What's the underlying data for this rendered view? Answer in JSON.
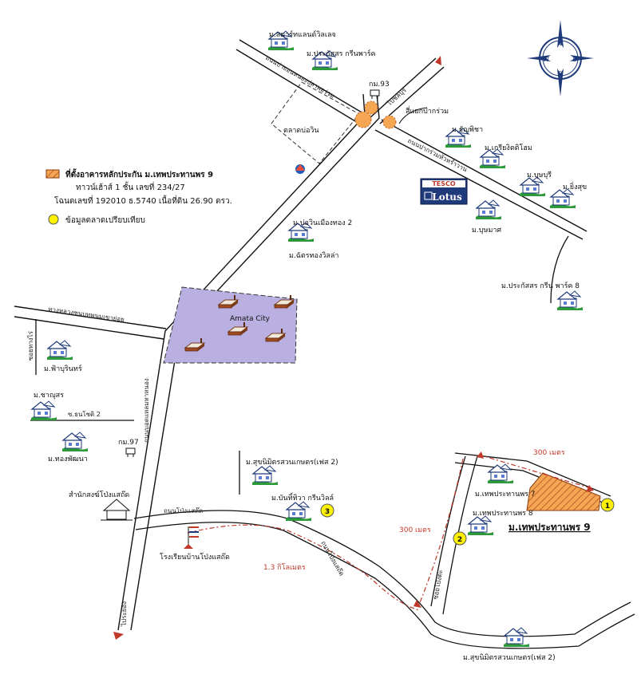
{
  "legend": {
    "line1": "ที่ตั้งอาคารหลักประกัน ม.เทพประทานพร 9",
    "line2": "ทาวน์เฮ้าส์ 1 ชั้น เลขที่ 234/27",
    "line3": "โฉนดเลขที่ 192010 ธ.5740 เนื้อที่ดิน 26.90 ตรว.",
    "line4": "ข้อมูลตลาดเปรียบเทียบ"
  },
  "compass": {
    "n": "N",
    "s": "S",
    "e": "E",
    "w": "W"
  },
  "store": {
    "brand_top": "TESCO",
    "brand_bottom": "Lotus"
  },
  "target": {
    "title": "ม.เทพประทานพร 9"
  },
  "markers": {
    "m1": "1",
    "m2": "2",
    "m3": "3"
  },
  "distances": {
    "d1": "300 เมตร",
    "d2": "300 เมตร",
    "d3": "1.3 กิโลเมตร"
  },
  "places": {
    "smart_land": "ม.สมาร์ทแลนด์วิลเลจ",
    "prakassorn_green": "ม.ประกัสสร กรีนพาร์ค",
    "km93": "กม.93",
    "bo_win_market": "ตลาดบ่อวิน",
    "intersection": "สี่แยกปากร่วม",
    "thanyapirom": "ม.ธัญพิชา",
    "keerati": "ม.เกรียงิตติโฮม",
    "bussaba": "ม.บุษบุรี",
    "yingsuk": "ม.ยิ่งสุข",
    "bussayamas": "ม.บุษมาศ",
    "bowin_muangthong": "ม.บ่อวินเมืองทอง 2",
    "chatthong": "ม.ฉัตรทองวิลล่า",
    "prakassorn_8": "ม.ประกัสสร กรีน พาร์ค 8",
    "amata": "Amata  City",
    "fah_burin": "ม.ฟ้าบุรินทร์",
    "chayanusorn": "ม.ชาญุสร",
    "thongpattana": "ม.ทองพัฒนา",
    "km97": "กม.97",
    "office": "สำนักสงฆ์โป่งแสถ๊ด",
    "school": "โรงเรียนบ้านโป่งแสถ๊ด",
    "suksomboon_phase2_top": "ม.สุขนิมิตรสวนเกษตร(เฟส 2)",
    "banthit": "ม.บันทิ์ทิวา กรีนวิลล์",
    "thepprathan_7": "ม.เทพประทานพร 7",
    "thepprathan_8": "ม.เทพประทานพร 8",
    "suksomboon_phase2_bottom": "ม.สุขนิมิตรสวนเกษตร(เฟส 2)"
  },
  "roads": {
    "upper_road": "ถนนบ่ายอนหนองปลาพอร่วม",
    "to_chonburi": "ไปชลบุรี",
    "pakruam_road": "ถนนปากร่วมหัวหรำวาน",
    "sukhumvit_left": "ทางหลวงชนบทพนมเขาย่อย",
    "side_left": "ซอยทางไร่",
    "main_vertical": "ถนนบอดแหลมหาหนอง",
    "sai_soi": "ซ.ธนโชติ 2",
    "pongsathit_road": "ถนนโป่งแสถ๊ด",
    "pongsathit_road2": "ถนนโป่งแสถ๊ด",
    "soi_right": "ซอยโป่งต๊ะ",
    "to_rayong": "ไประยอง"
  }
}
